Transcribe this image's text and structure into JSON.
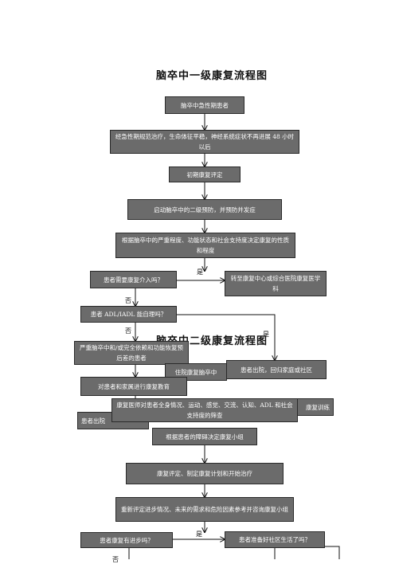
{
  "titles": {
    "level1": "脑卒中一级康复流程图",
    "level2": "脑卒中二级康复流程图"
  },
  "nodes": {
    "acute_patient": "脑卒中急性期患者",
    "acute_treatment": "经急性期规范治疗，生命体征平稳，神经系统症状不再进展 48 小时以后",
    "initial_assessment": "初期康复评定",
    "secondary_prevention": "启动脑卒中的二级预防，并预防并发症",
    "decide_rehab": "根据脑卒中的严重程度、功能状态和社会支持度决定康复的性质和程度",
    "need_rehab": "患者需要康复介入吗？",
    "transfer_center": "转至康复中心或综合医院康复医学科",
    "adl_self_care": "患者 ADL/IADL 能自理吗？",
    "severe_dependence": "严重脑卒中和/或完全依赖和功能恢复预后差的患者",
    "admitted_patient": "住院康复脑卒中",
    "discharge_home": "患者出院，回归家庭或社区",
    "family_education": "对患者和家属进行康复教育",
    "patient_discharge_partial": "患者出院",
    "full_assessment": "康复医师对患者全身情况、运动、感觉、交流、认知、ADL 和社会支持度的筛查",
    "rehab_training_partial": "康复训练",
    "decide_team": "根据患者的障碍决定康复小组",
    "plan_treatment": "康复评定、制定康复计划和开始治疗",
    "reassess": "重新评定进步情况、未来的需求和危险因素参考并咨询康复小组",
    "progress_check": "患者康复有进步吗？",
    "community_ready": "患者准备好社区生活了吗？"
  },
  "edge_labels": {
    "yes_1": "是",
    "no_1": "否",
    "no_2": "否",
    "yes_2": "是",
    "yes_3": "是",
    "no_3": "否"
  }
}
